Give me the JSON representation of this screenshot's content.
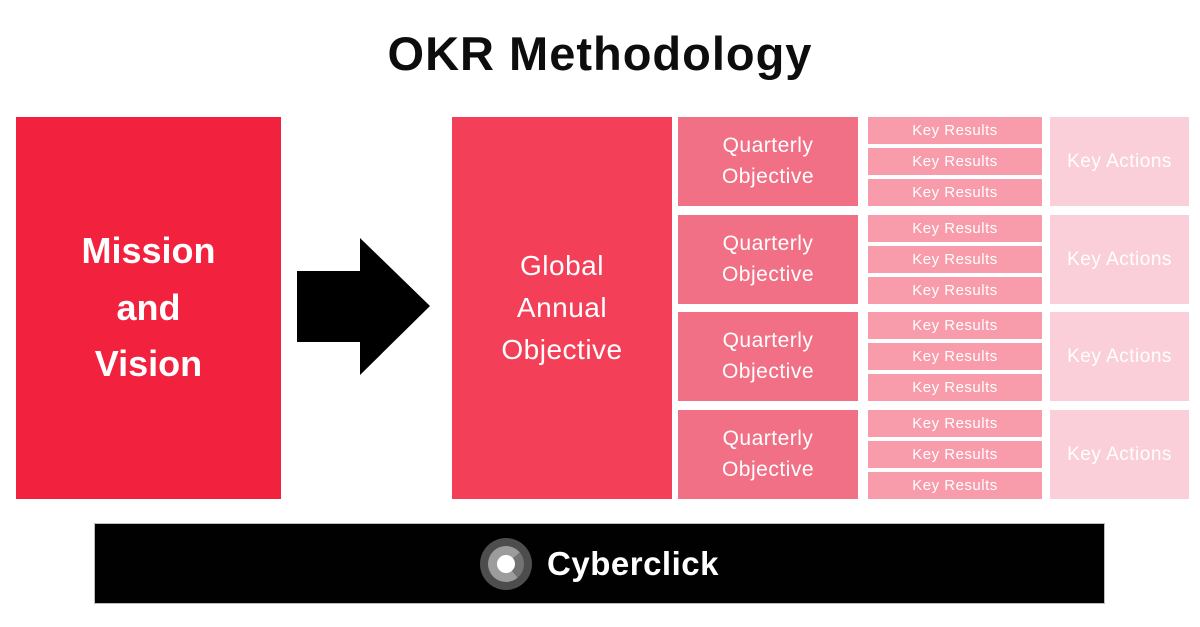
{
  "title": "OKR Methodology",
  "colors": {
    "mission_red": "#F2213E",
    "global_red": "#F43F58",
    "quarterly_pink": "#F17086",
    "key_results_pink": "#F89CAB",
    "key_actions_pink": "#FBCFDA",
    "arrow_black": "#000000",
    "footer_black": "#010101",
    "text_white": "#FFFFFF",
    "title_black": "#0D0D0D"
  },
  "mission_box": {
    "label": "Mission\nand\nVision"
  },
  "global_box": {
    "label": "Global\nAnnual\nObjective"
  },
  "rows": [
    {
      "quarterly": "Quarterly\nObjective",
      "key_results": [
        "Key Results",
        "Key Results",
        "Key Results"
      ],
      "key_actions": "Key Actions"
    },
    {
      "quarterly": "Quarterly\nObjective",
      "key_results": [
        "Key Results",
        "Key Results",
        "Key Results"
      ],
      "key_actions": "Key Actions"
    },
    {
      "quarterly": "Quarterly\nObjective",
      "key_results": [
        "Key Results",
        "Key Results",
        "Key Results"
      ],
      "key_actions": "Key Actions"
    },
    {
      "quarterly": "Quarterly\nObjective",
      "key_results": [
        "Key Results",
        "Key Results",
        "Key Results"
      ],
      "key_actions": "Key Actions"
    }
  ],
  "footer": {
    "brand": "Cyberclick"
  }
}
